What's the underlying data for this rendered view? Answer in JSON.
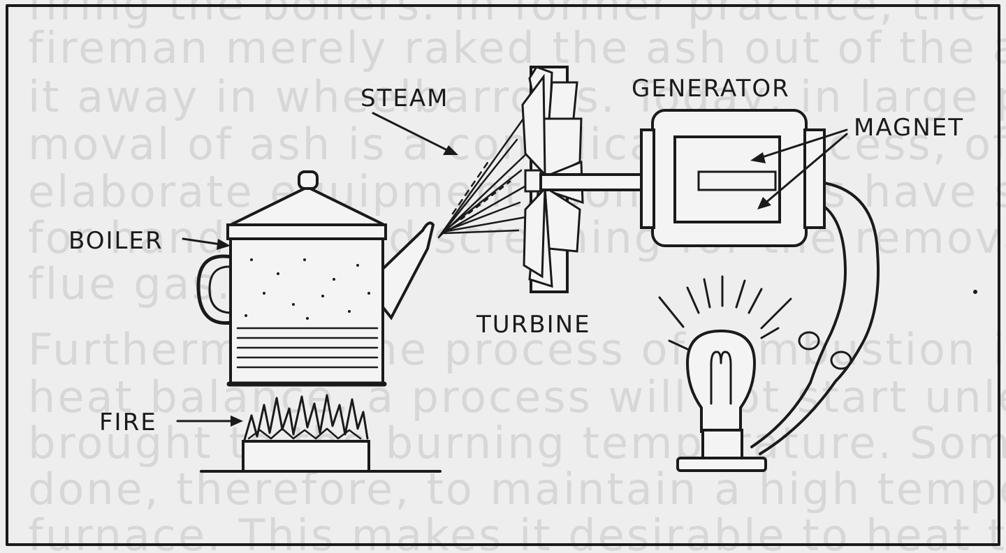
{
  "labels": {
    "steam": "STEAM",
    "generator": "GENERATOR",
    "magnet": "MAGNET",
    "boiler": "BOILER",
    "turbine": "TURBINE",
    "fire": "FIRE"
  },
  "bleed_through_text": [
    "firing the boilers. In former practice, the",
    "fireman merely raked the ash out of the ashpit and carried",
    "it away in wheelbarrows. Today, in large plants, the re-",
    "moval of ash is a complicated process, often requiring",
    "elaborate equipment. Some plants have special equipment",
    "for handling and screening for the removal of",
    "flue gas.",
    "Furthermore, the process of combustion is regulated by",
    "heat balance, a process will not start unless the fuel is",
    "brought to the burning temperature. Something must be",
    "done, therefore, to maintain a high temperature in the",
    "furnace. This makes it desirable to heat the air for com-"
  ],
  "colors": {
    "ink": "#1a1a1a",
    "paper": "#eeeeee",
    "bleed": "#d7d7d7"
  }
}
